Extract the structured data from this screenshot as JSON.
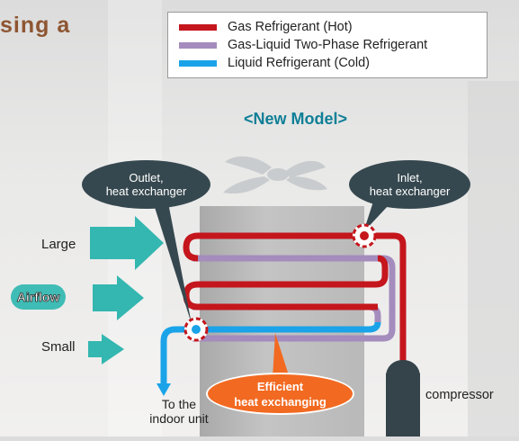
{
  "headline": "sing a",
  "legend": [
    {
      "label": "Gas Refrigerant (Hot)",
      "color": "#c4161c"
    },
    {
      "label": "Gas-Liquid Two-Phase Refrigerant",
      "color": "#a48cbd"
    },
    {
      "label": "Liquid Refrigerant (Cold)",
      "color": "#1aa3e8"
    }
  ],
  "model_title": "<New Model>",
  "callouts": {
    "outlet": "Outlet,\nheat exchanger",
    "inlet": "Inlet,\nheat exchanger",
    "efficient": [
      "Efficient",
      "heat exchanging"
    ]
  },
  "airflow": {
    "title": "Airflow",
    "large": "Large",
    "small": "Small",
    "color": "#33b7b0"
  },
  "indoor_unit": "To the\nindoor unit",
  "compressor": "compressor",
  "colors": {
    "hot": "#c4161c",
    "two_phase": "#a48cbd",
    "cold": "#1aa3e8",
    "title": "#0f7f97",
    "headline": "#8e5632",
    "callout": "#36484f",
    "highlight": "#f26a21"
  }
}
